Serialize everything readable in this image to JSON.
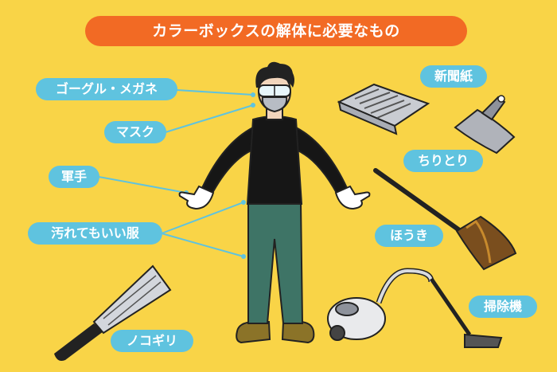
{
  "title": "カラーボックスの解体に必要なもの",
  "labels": {
    "goggles": "ゴーグル・メガネ",
    "mask": "マスク",
    "gloves": "軍手",
    "clothes": "汚れてもいい服",
    "newspaper": "新聞紙",
    "dustpan": "ちりとり",
    "broom": "ほうき",
    "vacuum": "掃除機",
    "saw": "ノコギリ"
  },
  "colors": {
    "background": "#F9D447",
    "title_pill": "#F26A24",
    "label_pill": "#5FC3DF",
    "shirt": "#161616",
    "pants": "#3E7466"
  }
}
